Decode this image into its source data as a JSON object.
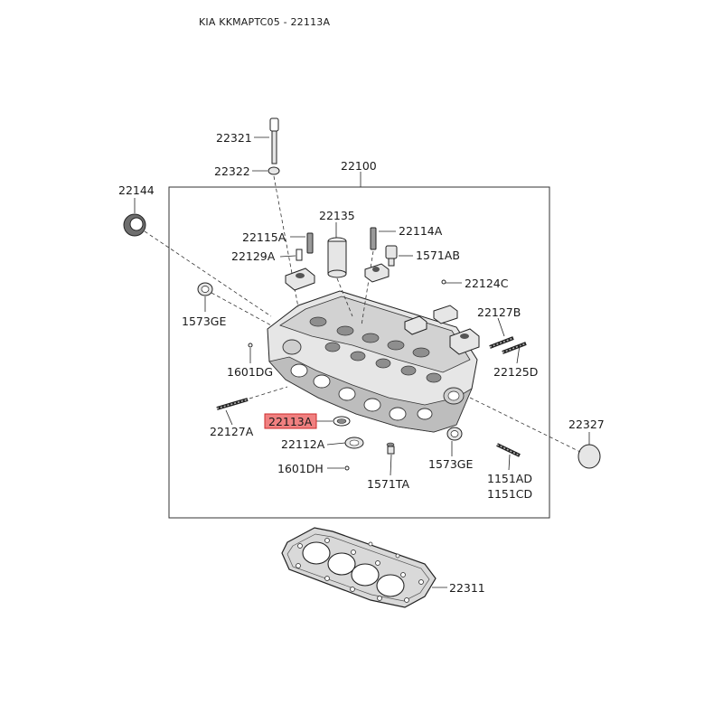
{
  "header": {
    "title": "KIA KKMAPTC05 - 22113A"
  },
  "highlight": {
    "part": "22113A",
    "color": "#f08080"
  },
  "labels": {
    "p22321": "22321",
    "p22322": "22322",
    "p22100": "22100",
    "p22144": "22144",
    "p22135": "22135",
    "p22115A": "22115A",
    "p22114A": "22114A",
    "p22129A": "22129A",
    "p1571AB": "1571AB",
    "p22124C": "22124C",
    "p1573GE_a": "1573GE",
    "p22127B": "22127B",
    "p1601DG": "1601DG",
    "p22125D": "22125D",
    "p22327": "22327",
    "p22113A": "22113A",
    "p22127A": "22127A",
    "p22112A": "22112A",
    "p1573GE_b": "1573GE",
    "p1601DH": "1601DH",
    "p1571TA": "1571TA",
    "p1151AD": "1151AD",
    "p1151CD": "1151CD",
    "p22311": "22311"
  }
}
